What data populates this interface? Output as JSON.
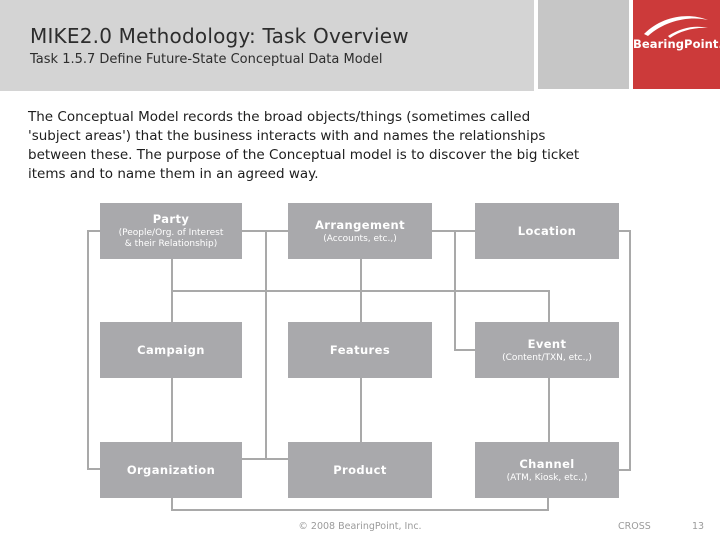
{
  "slide": {
    "title": "MIKE2.0 Methodology: Task Overview",
    "subtitle": "Task 1.5.7 Define Future-State Conceptual Data Model",
    "body_lines": [
      "The Conceptual Model records the broad objects/things (sometimes called",
      "'subject areas') that the business interacts with and names the relationships",
      "between these. The purpose of the Conceptual model is to discover the big ticket",
      "items and to name them in an agreed way."
    ]
  },
  "logo": {
    "text": "BearingPoint."
  },
  "diagram": {
    "party": {
      "title": "Party",
      "subtitle": "(People/Org. of Interest\n& their Relationship)"
    },
    "arrangement": {
      "title": "Arrangement",
      "subtitle": "(Accounts, etc.,)"
    },
    "location": {
      "title": "Location",
      "subtitle": ""
    },
    "campaign": {
      "title": "Campaign",
      "subtitle": ""
    },
    "features": {
      "title": "Features",
      "subtitle": ""
    },
    "event": {
      "title": "Event",
      "subtitle": "(Content/TXN, etc.,)"
    },
    "organization": {
      "title": "Organization",
      "subtitle": ""
    },
    "product": {
      "title": "Product",
      "subtitle": ""
    },
    "channel": {
      "title": "Channel",
      "subtitle": "(ATM, Kiosk, etc.,)"
    }
  },
  "footer": {
    "copyright": "© 2008 BearingPoint, Inc.",
    "tag": "CROSS",
    "page": "13"
  },
  "colors": {
    "brand_red": "#cc3a3a",
    "header_gray": "#d4d4d4",
    "header_strip_gray": "#c6c6c6",
    "box_gray": "#a9a9ac",
    "line_gray": "#a9a9a9",
    "footer_gray": "#9b9b9b"
  }
}
